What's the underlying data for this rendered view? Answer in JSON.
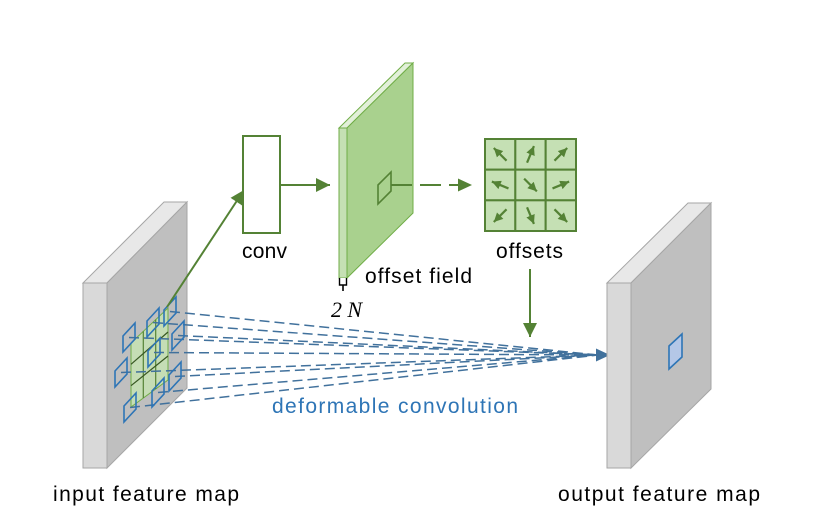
{
  "labels": {
    "conv": "conv",
    "offset_field": "offset field",
    "channels": "2N",
    "offsets": "offsets",
    "deformable_convolution": "deformable convolution",
    "input_feature_map": "input feature map",
    "output_feature_map": "output feature map"
  },
  "offsets_grid": {
    "rows": 3,
    "cols": 3,
    "directions": [
      "NW",
      "NNE",
      "NE",
      "WNW",
      "SE",
      "ENE",
      "SW",
      "SSE",
      "SE"
    ]
  },
  "colors": {
    "gray_front": "#bfbfbf",
    "gray_side": "#d9d9d9",
    "gray_top": "#e8e8e8",
    "gray_stroke": "#a6a6a6",
    "green_front": "#a9d18e",
    "green_side": "#c5e0b4",
    "green_top": "#e2f0d9",
    "green_stroke": "#70ad47",
    "green_dark": "#548235",
    "green_darker": "#385723",
    "blue": "#2e75b6",
    "blue_line": "#41719c",
    "blue_fill": "#b4c7e7",
    "text": "#000000"
  }
}
